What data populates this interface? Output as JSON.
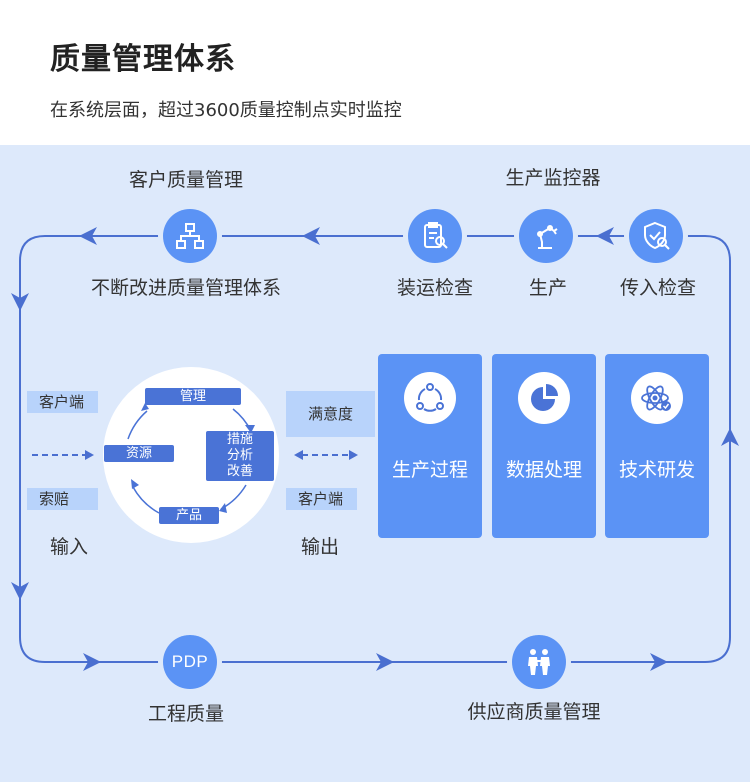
{
  "header": {
    "title": "质量管理体系",
    "subtitle": "在系统层面，超过3600质量控制点实时监控"
  },
  "loop": {
    "top_left_heading": "客户质量管理",
    "top_right_heading": "生产监控器",
    "improve_label": "不断改进质量管理体系",
    "transport_label": "装运检查",
    "production_label": "生产",
    "incoming_label": "传入检查",
    "engineering_label": "工程质量",
    "supplier_label": "供应商质量管理",
    "pdp_text": "PDP"
  },
  "input_side": {
    "tag_top": "客户端",
    "tag_bottom": "索赔",
    "caption": "输入"
  },
  "cycle": {
    "manage": "管理",
    "resource": "资源",
    "measures": "措施\n分析\n改善",
    "product": "产品"
  },
  "output_side": {
    "tag_top": "满意度",
    "tag_bottom": "客户端",
    "caption": "输出"
  },
  "cards": [
    {
      "label": "生产过程",
      "icon": "cycle-nodes-icon"
    },
    {
      "label": "数据处理",
      "icon": "pie-chart-icon"
    },
    {
      "label": "技术研发",
      "icon": "atom-icon"
    }
  ],
  "colors": {
    "accent": "#5b93f5",
    "line": "#4a6fd0",
    "panel": "#dde9fb",
    "tag": "#b8d3fb"
  }
}
